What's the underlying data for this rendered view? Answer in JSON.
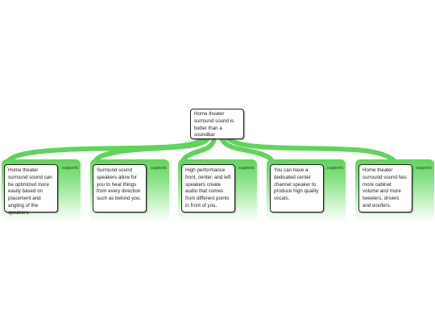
{
  "diagram": {
    "type": "mind-map",
    "branch_color": "#5fd45a",
    "root": {
      "text": "Home theater surround sound is better than a soundbar"
    },
    "children": [
      {
        "text": "Home theater surround sound can be optimized more easily based on placement and angling of the speakers.",
        "relation": "supports"
      },
      {
        "text": "Surround sound speakers allow for you to hear things from every direction such as behind you.",
        "relation": "supports"
      },
      {
        "text": "High performance front, center, and left speakers create audio that comes from different points in front of you.",
        "relation": "supports"
      },
      {
        "text": "You can have a dedicated center channel speaker to produce high quality vocals.",
        "relation": "supports"
      },
      {
        "text": "Home theater surround sound has more cabinet volume and more tweeters, drivers and woofers.",
        "relation": "supports"
      }
    ]
  }
}
